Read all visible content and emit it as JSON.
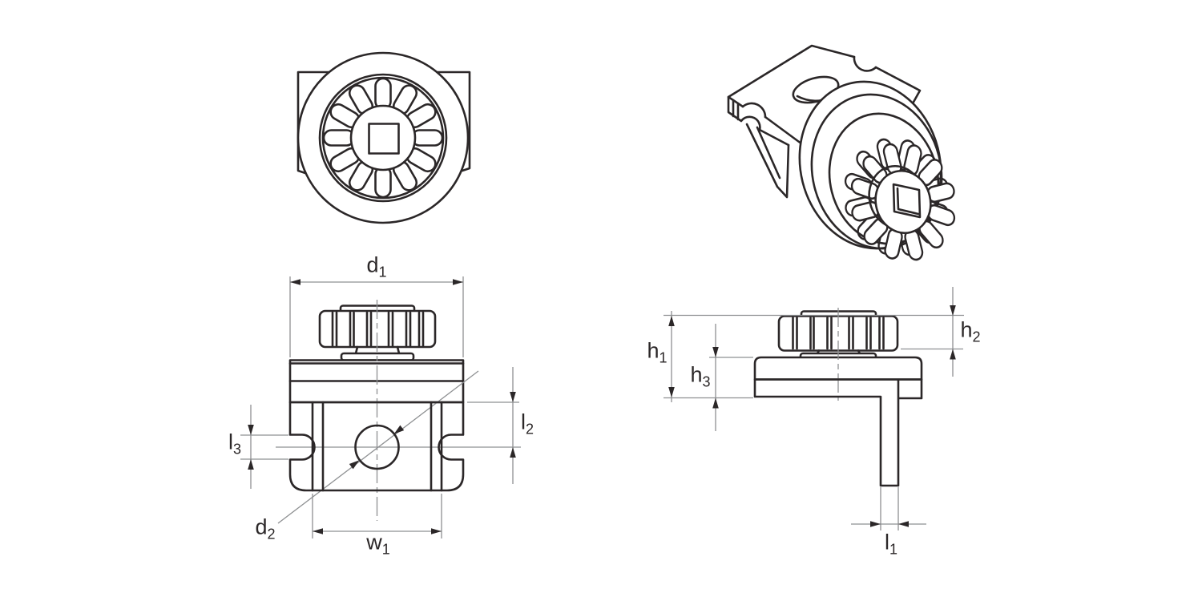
{
  "theme": {
    "bg": "#ffffff",
    "line": "#2b2728",
    "thin_line": "#8e9092",
    "arrow": "#2b2728",
    "label": "#2b2728"
  },
  "labels": {
    "d1": {
      "base": "d",
      "sub": "1"
    },
    "d2": {
      "base": "d",
      "sub": "2"
    },
    "w1": {
      "base": "w",
      "sub": "1"
    },
    "l1": {
      "base": "l",
      "sub": "1"
    },
    "l2": {
      "base": "l",
      "sub": "2"
    },
    "l3": {
      "base": "l",
      "sub": "3"
    },
    "h1": {
      "base": "h",
      "sub": "1"
    },
    "h2": {
      "base": "h",
      "sub": "2"
    },
    "h3": {
      "base": "h",
      "sub": "3"
    }
  }
}
